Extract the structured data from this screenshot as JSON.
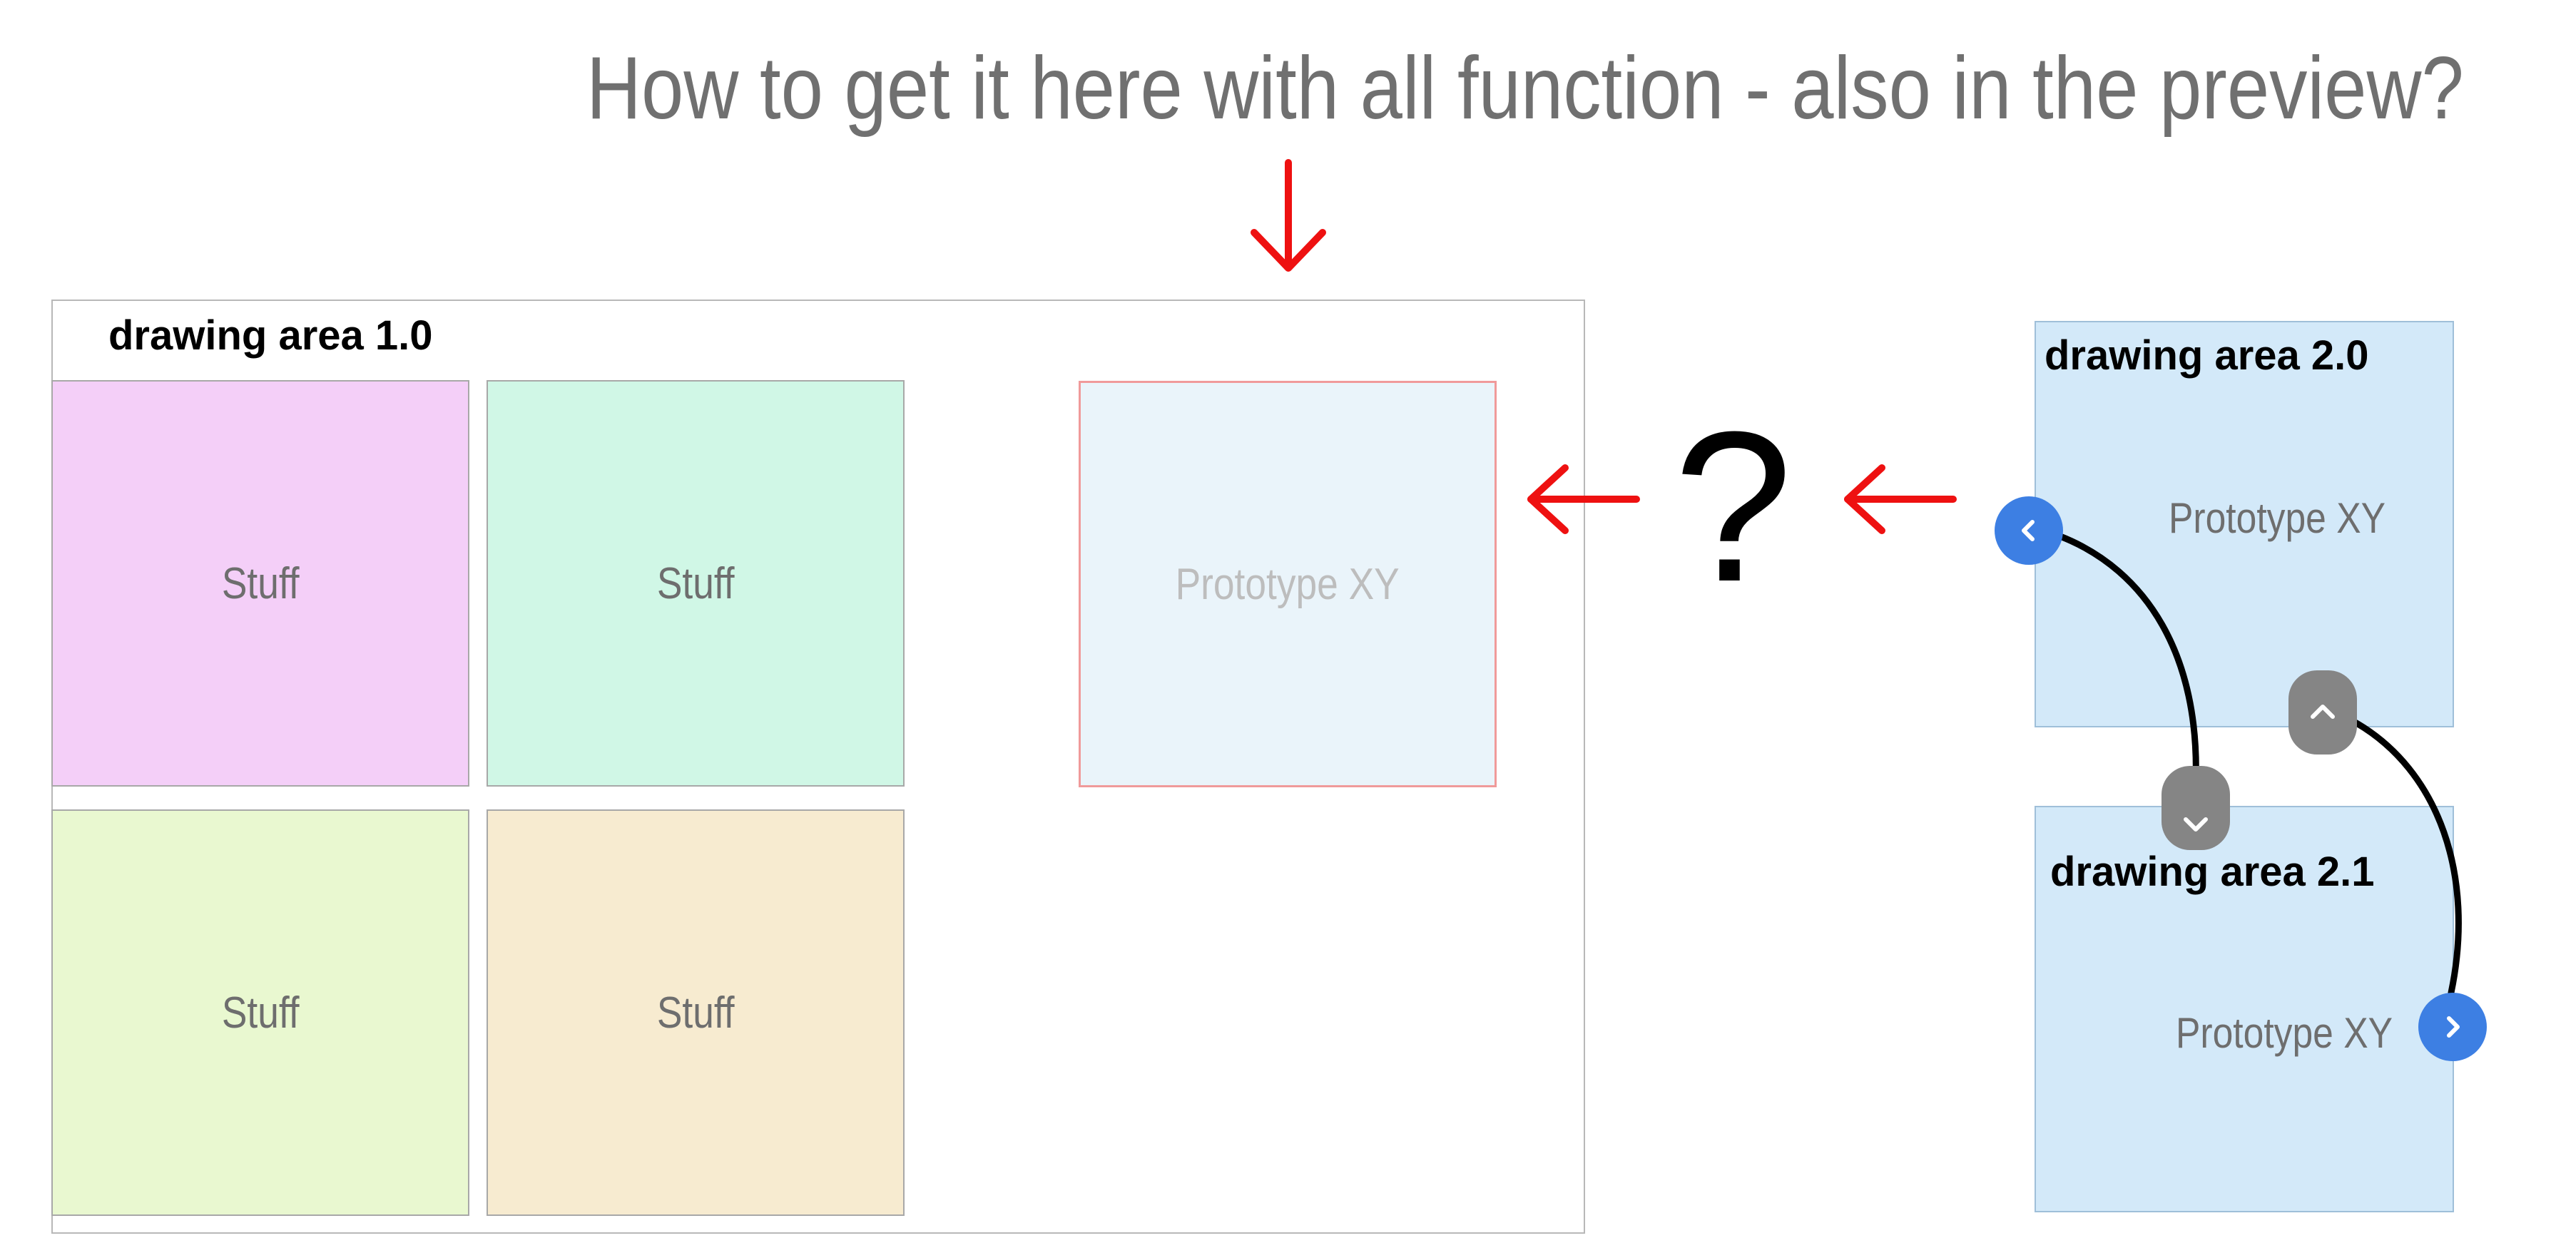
{
  "headline": "How to get it here with all function - also in the preview?",
  "question_mark": "?",
  "colors": {
    "headline": "#707070",
    "arrow": "#ee1111",
    "tile_pink": "#f4cff8",
    "tile_mint": "#d0f7e6",
    "tile_lime": "#e9f8d0",
    "tile_sand": "#f7ebd0",
    "ghost_border": "#f09a9a",
    "ghost_fill": "#eaf4fa",
    "side_area": "#d3e9f9",
    "nav_blue": "#3d7fe3",
    "nav_gray": "#858585",
    "connector": "#000000"
  },
  "main_area": {
    "title": "drawing area 1.0",
    "tiles": [
      {
        "label": "Stuff",
        "color": "#f4cff8"
      },
      {
        "label": "Stuff",
        "color": "#d0f7e6"
      },
      {
        "label": "Stuff",
        "color": "#e9f8d0"
      },
      {
        "label": "Stuff",
        "color": "#f7ebd0"
      }
    ],
    "placeholder_label": "Prototype XY"
  },
  "side_areas": [
    {
      "title": "drawing area 2.0",
      "label": "Prototype XY"
    },
    {
      "title": "drawing area 2.1",
      "label": "Prototype XY"
    }
  ],
  "icons": {
    "arrow_down": "arrow-down-icon",
    "arrow_left": "arrow-left-icon",
    "prev": "chevron-left-icon",
    "next": "chevron-right-icon",
    "up": "chevron-up-icon",
    "down": "chevron-down-icon"
  }
}
